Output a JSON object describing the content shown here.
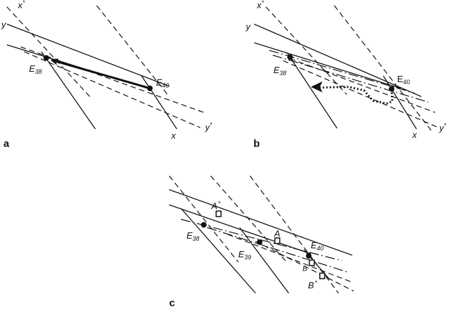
{
  "panels": {
    "a": {
      "panel_label": "a",
      "labels": {
        "x_star": "x",
        "x_star_sup": "*",
        "y": "y",
        "e38": "E",
        "e38_sub": "38",
        "e40": "E",
        "e40_sub": "40",
        "x": "x",
        "y_star": "y",
        "y_star_sup": "*"
      }
    },
    "b": {
      "panel_label": "b",
      "labels": {
        "x_star": "x",
        "x_star_sup": "*",
        "y": "y",
        "e38": "E",
        "e38_sub": "38",
        "e40": "E",
        "e40_sub": "40",
        "x": "x",
        "y_star": "y",
        "y_star_sup": "*"
      }
    },
    "c": {
      "panel_label": "c",
      "labels": {
        "a_star": "A",
        "a_star_sup": "*",
        "a": "A",
        "e38": "E",
        "e38_sub": "38",
        "e39": "E",
        "e39_sub": "39",
        "e40": "E",
        "e40_sub": "40",
        "b": "B",
        "b_star": "B",
        "b_star_sup": "*"
      }
    }
  }
}
